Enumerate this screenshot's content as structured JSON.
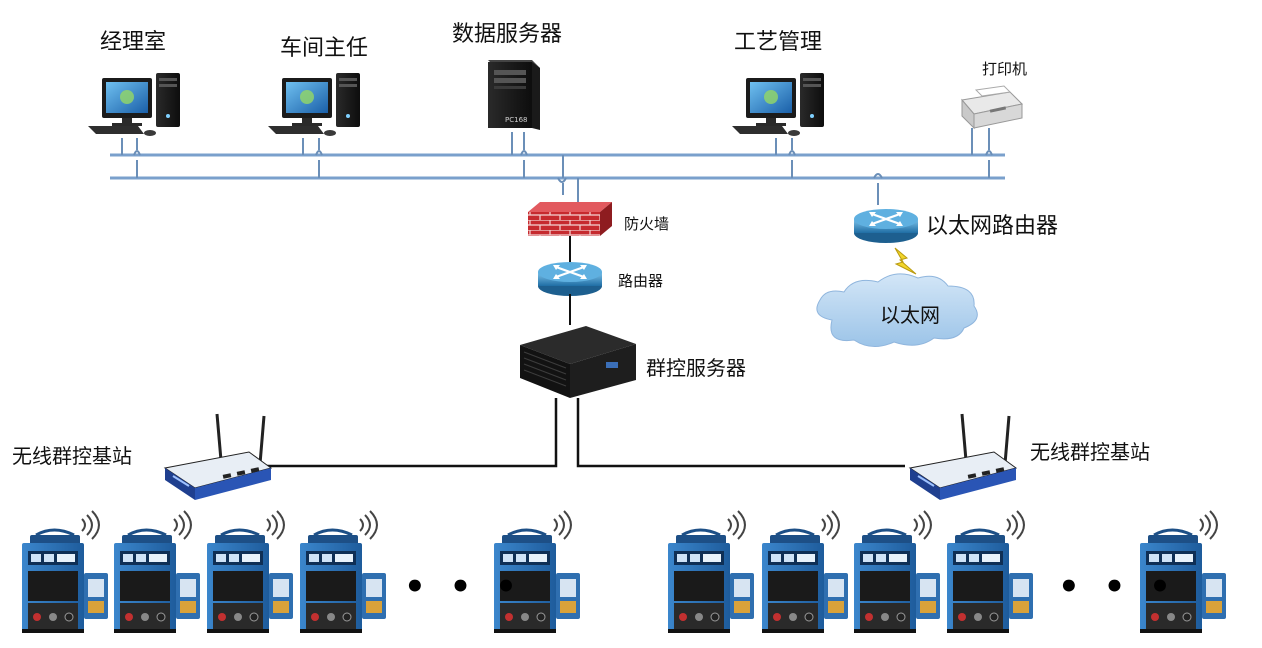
{
  "labels": {
    "manager_office": "经理室",
    "workshop_director": "车间主任",
    "data_server": "数据服务器",
    "process_management": "工艺管理",
    "printer": "打印机",
    "firewall": "防火墙",
    "router": "路由器",
    "ethernet_router": "以太网路由器",
    "ethernet": "以太网",
    "group_control_server": "群控服务器",
    "wireless_base_station_left": "无线群控基站",
    "wireless_base_station_right": "无线群控基站"
  },
  "ellipsis_left": "• • •",
  "ellipsis_right": "• • •",
  "colors": {
    "bus": "#7aa0cc",
    "cable": "#111111",
    "router_blue": "#2b7fb5",
    "firewall_red": "#c0282d",
    "cloud": "#b6d4ee",
    "welder_blue": "#2f73b8"
  }
}
